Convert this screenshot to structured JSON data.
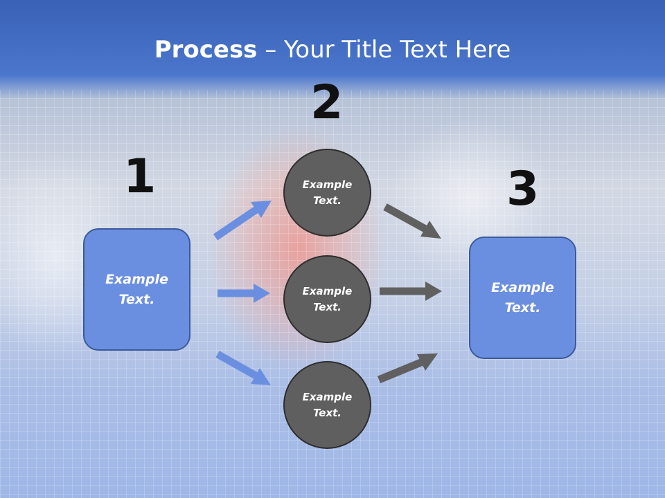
{
  "title": {
    "bold": "Process",
    "rest": " – Your Title Text Here"
  },
  "steps": {
    "one": "1",
    "two": "2",
    "three": "3"
  },
  "input_box": {
    "text": "Example Text."
  },
  "circles": [
    {
      "text": "Example Text."
    },
    {
      "text": "Example Text."
    },
    {
      "text": "Example Text."
    }
  ],
  "output_box": {
    "text": "Example Text."
  },
  "colors": {
    "box_fill": "#6b8fe0",
    "circle_fill": "#5f5f5f",
    "blue_arrow": "#6b8fe0",
    "gray_arrow": "#606060"
  }
}
